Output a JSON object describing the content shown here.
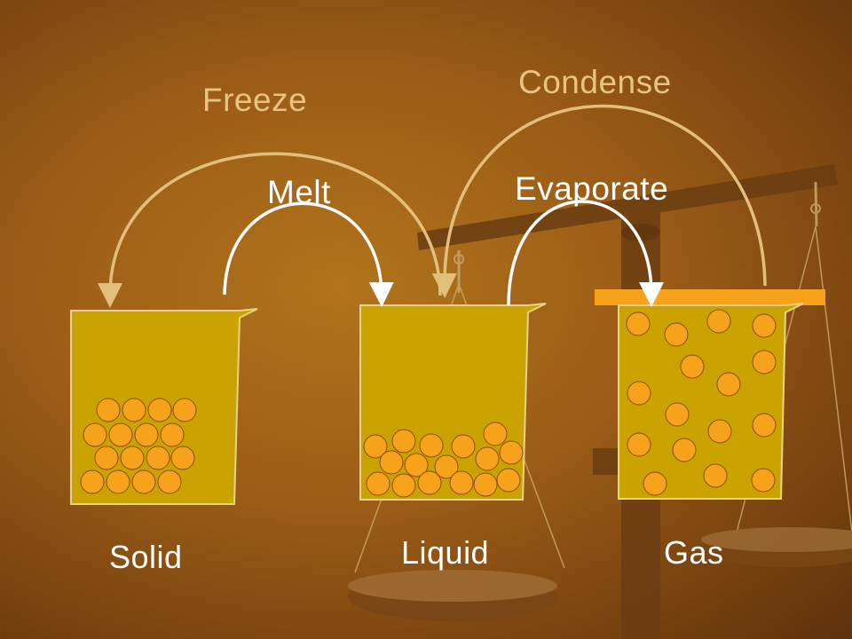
{
  "colors": {
    "beaker": "#cba300",
    "beaker_edge": "#e6d28a",
    "particle": "#f7a21b",
    "particle_edge": "#8a4a00",
    "lid": "#f7a21b",
    "reverse_arrow": "#e2c07c",
    "forward_arrow": "#ffffff",
    "scale": "#6b3d12"
  },
  "labels": {
    "freeze": "Freeze",
    "condense": "Condense",
    "melt": "Melt",
    "evaporate": "Evaporate",
    "solid": "Solid",
    "liquid": "Liquid",
    "gas": "Gas"
  },
  "icons": {
    "background": "balance-scale-icon",
    "containers": "beaker-icon"
  }
}
